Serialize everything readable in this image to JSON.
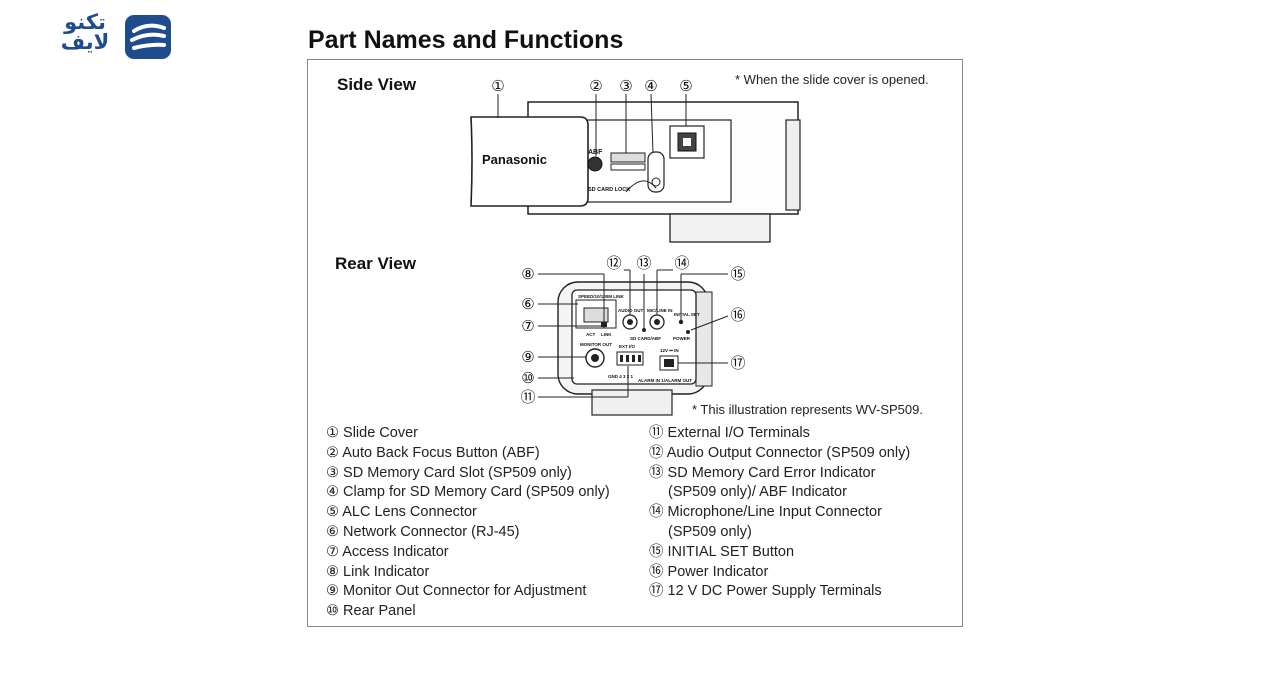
{
  "logo": {
    "line1": "تكنو",
    "line2": "لايف"
  },
  "page": {
    "title": "Part Names and Functions"
  },
  "side_view": {
    "heading": "Side View",
    "note": "* When the slide cover is opened.",
    "brand": "Panasonic",
    "abf_label": "ABF",
    "sd_card_lock": "SD CARD LOCK",
    "callouts": [
      "①",
      "②",
      "③",
      "④",
      "⑤"
    ]
  },
  "rear_view": {
    "heading": "Rear View",
    "note": "* This illustration represents WV-SP509.",
    "panel_labels": {
      "speed": "SPEED/10/100M LINK",
      "act": "ACT",
      "link": "LINK",
      "audio_out": "AUDIO OUT",
      "mic_line_in": "MIC/LINE IN",
      "initial_set": "INITIAL SET",
      "sd_card_abf": "SD CARD/ABF",
      "power": "POWER",
      "monitor_out": "MONITOR OUT",
      "ext_io": "EXT I/O",
      "dc": "12V ⎓ IN",
      "alarm_left": "GND  4  3  2  1",
      "alarm_right": "ALARM IN 1/ALARM OUT"
    },
    "callouts": [
      "⑧",
      "⑥",
      "⑦",
      "⑨",
      "⑩",
      "⑪",
      "⑫",
      "⑬",
      "⑭",
      "⑮",
      "⑯",
      "⑰"
    ]
  },
  "parts_left": [
    "① Slide Cover",
    "② Auto Back Focus Button (ABF)",
    "③ SD Memory Card Slot (SP509 only)",
    "④ Clamp for SD Memory Card (SP509 only)",
    "⑤ ALC Lens Connector",
    "⑥ Network Connector (RJ-45)",
    "⑦ Access Indicator",
    "⑧ Link Indicator",
    "⑨ Monitor Out Connector for Adjustment",
    "⑩ Rear Panel"
  ],
  "parts_right": [
    "⑪ External I/O Terminals",
    "⑫ Audio Output Connector (SP509 only)",
    "⑬ SD Memory Card Error Indicator",
    "(SP509 only)/ ABF Indicator",
    "⑭ Microphone/Line Input Connector",
    "(SP509 only)",
    "⑮ INITIAL SET Button",
    "⑯ Power Indicator",
    "⑰ 12 V DC Power Supply Terminals"
  ],
  "colors": {
    "logo_blue": "#1f4c8c",
    "line": "#222222",
    "frame": "#8a8a8a"
  }
}
